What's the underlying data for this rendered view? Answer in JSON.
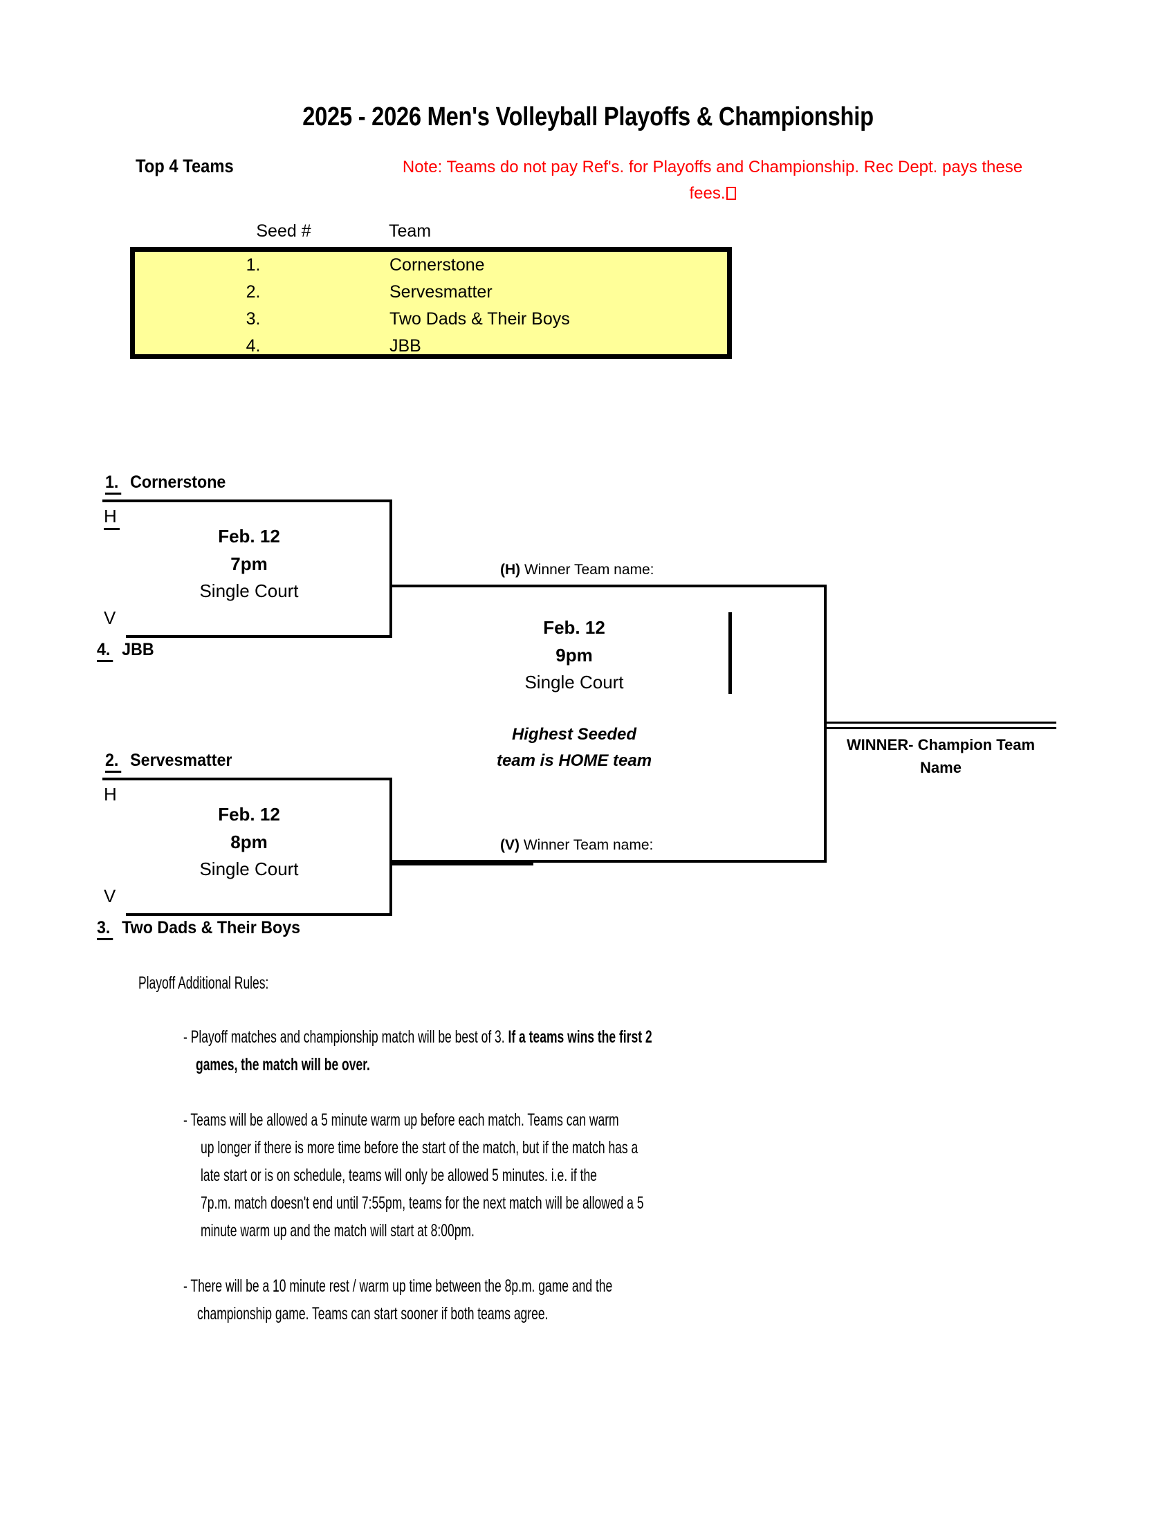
{
  "header": {
    "title": "2025 - 2026 Men's Volleyball Playoffs & Championship",
    "top4_label": "Top 4 Teams",
    "note_line1": "Note: Teams do not pay Ref's. for Playoffs and Championship. Rec",
    "note_line2": "Dept. pays these fees.",
    "note_color": "#FF0000"
  },
  "seed_table": {
    "header_seed": "Seed #",
    "header_team": "Team",
    "background_color": "#FFFF99",
    "rows": [
      {
        "seed": "1.",
        "team": "Cornerstone"
      },
      {
        "seed": "2.",
        "team": "Servesmatter"
      },
      {
        "seed": "3.",
        "team": "Two Dads & Their Boys"
      },
      {
        "seed": "4.",
        "team": "JBB"
      }
    ]
  },
  "bracket": {
    "semifinal_1": {
      "top_seed": "1.",
      "top_team": "Cornerstone",
      "home_mark": "H",
      "visitor_mark": "V",
      "bottom_seed": "4.",
      "bottom_team": "JBB",
      "date": "Feb. 12",
      "time": "7pm",
      "court": "Single Court"
    },
    "semifinal_2": {
      "top_seed": "2.",
      "top_team": "Servesmatter",
      "home_mark": "H",
      "visitor_mark": "V",
      "bottom_seed": "3.",
      "bottom_team": "Two Dads & Their Boys",
      "date": "Feb. 12",
      "time": "8pm",
      "court": "Single Court"
    },
    "championship": {
      "home_slot_prefix": "(H)",
      "home_slot_label": " Winner Team name:",
      "visitor_slot_prefix": "(V)",
      "visitor_slot_label": " Winner Team name:",
      "date": "Feb. 12",
      "time": "9pm",
      "court": "Single Court",
      "home_note_line1": "Highest Seeded",
      "home_note_line2": "team is HOME team"
    },
    "champion": {
      "label_line1": "WINNER- Champion Team",
      "label_line2": "Name"
    }
  },
  "rules": {
    "heading": "Playoff Additional Rules:",
    "items": [
      {
        "lines": [
          {
            "normal": "- Playoff matches and championship match will be best of 3.  ",
            "bold": "If a teams wins the first 2"
          },
          {
            "normal": "",
            "bold": "games, the match will be over."
          }
        ]
      },
      {
        "lines": [
          {
            "normal": "- Teams will be allowed a 5 minute warm up before each match.  Teams can warm",
            "bold": ""
          },
          {
            "normal": "up longer if there is more time before the start of the match, but if the match has a",
            "bold": ""
          },
          {
            "normal": "late start or is on schedule, teams will only be allowed 5 minutes. i.e. if the",
            "bold": ""
          },
          {
            "normal": "7p.m. match doesn't end until 7:55pm, teams for the next match will be allowed a 5",
            "bold": ""
          },
          {
            "normal": "minute warm up and the match will start at 8:00pm.",
            "bold": ""
          }
        ]
      },
      {
        "lines": [
          {
            "normal": "- There will be a 10 minute rest / warm up time between the 8p.m. game and the",
            "bold": ""
          },
          {
            "normal": "championship game. Teams can start sooner if both teams agree.",
            "bold": ""
          }
        ]
      }
    ]
  }
}
